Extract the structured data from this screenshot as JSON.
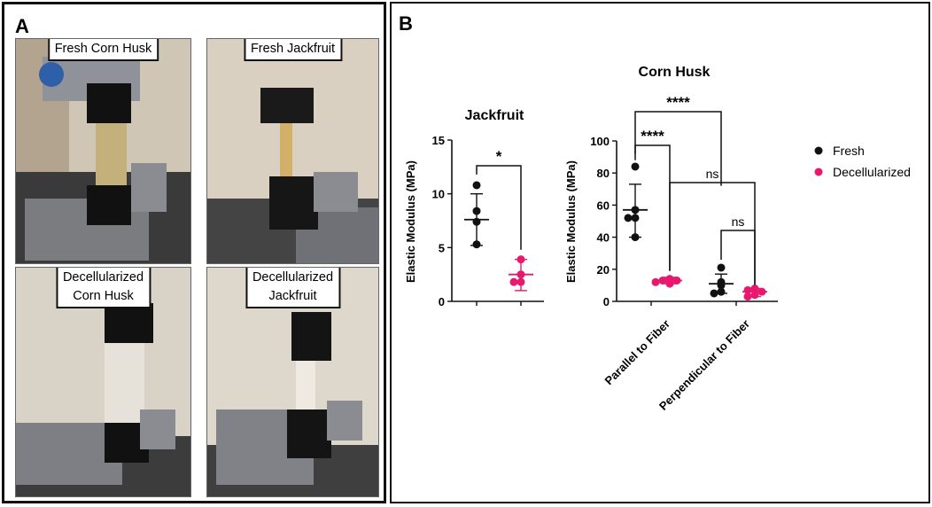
{
  "panel_a": {
    "letter": "A",
    "photos": [
      {
        "label_lines": [
          "Fresh Corn Husk"
        ],
        "sample_color": "#c4b07a"
      },
      {
        "label_lines": [
          "Fresh Jackfruit"
        ],
        "sample_color": "#d2b06a"
      },
      {
        "label_lines": [
          "Decellularized",
          "Corn Husk"
        ],
        "sample_color": "#e6e2da"
      },
      {
        "label_lines": [
          "Decellularized",
          "Jackfruit"
        ],
        "sample_color": "#eeeae2"
      }
    ]
  },
  "panel_b": {
    "letter": "B",
    "legend": [
      {
        "label": "Fresh",
        "color": "#111111"
      },
      {
        "label": "Decellularized",
        "color": "#e8186f"
      }
    ]
  },
  "chart_data": [
    {
      "type": "scatter",
      "title": "Jackfruit",
      "ylabel": "Elastic Modulus (MPa)",
      "ylim": [
        0,
        15
      ],
      "yticks": [
        0,
        5,
        10,
        15
      ],
      "groups": [
        {
          "series": "Fresh",
          "points": [
            10.8,
            8.4,
            7.4,
            5.3
          ],
          "mean": 7.6,
          "sd_low": 5.2,
          "sd_high": 10.0
        },
        {
          "series": "Decellularized",
          "points": [
            3.9,
            2.5,
            1.8,
            1.8
          ],
          "mean": 2.5,
          "sd_low": 1.0,
          "sd_high": 3.9
        }
      ],
      "annotations": [
        {
          "text": "*",
          "between": [
            "Fresh",
            "Decellularized"
          ]
        }
      ]
    },
    {
      "type": "scatter",
      "title": "Corn Husk",
      "ylabel": "Elastic Modulus (MPa)",
      "ylim": [
        0,
        100
      ],
      "yticks": [
        0,
        20,
        40,
        60,
        80,
        100
      ],
      "categories": [
        "Parallel to Fiber",
        "Perpendicular to Fiber"
      ],
      "groups": [
        {
          "category": "Parallel to Fiber",
          "series": "Fresh",
          "points": [
            84,
            57,
            52,
            52,
            40
          ],
          "mean": 57,
          "sd_low": 40,
          "sd_high": 73
        },
        {
          "category": "Parallel to Fiber",
          "series": "Decellularized",
          "points": [
            14,
            13,
            13,
            12,
            11
          ],
          "mean": 13,
          "sd_low": 11,
          "sd_high": 15
        },
        {
          "category": "Perpendicular to Fiber",
          "series": "Fresh",
          "points": [
            21,
            12,
            10,
            6,
            5
          ],
          "mean": 11,
          "sd_low": 5,
          "sd_high": 17
        },
        {
          "category": "Perpendicular to Fiber",
          "series": "Decellularized",
          "points": [
            8,
            7,
            6,
            4,
            3
          ],
          "mean": 6,
          "sd_low": 3,
          "sd_high": 8
        }
      ],
      "annotations": [
        {
          "text": "****",
          "between": [
            "Parallel to Fiber Fresh",
            "Parallel to Fiber Decellularized"
          ]
        },
        {
          "text": "****",
          "between": [
            "Parallel to Fiber Fresh",
            "Perpendicular to Fiber Fresh"
          ]
        },
        {
          "text": "ns",
          "between": [
            "Parallel to Fiber Decellularized",
            "Perpendicular to Fiber Decellularized"
          ]
        },
        {
          "text": "ns",
          "between": [
            "Perpendicular to Fiber Fresh",
            "Perpendicular to Fiber Decellularized"
          ]
        }
      ]
    }
  ]
}
